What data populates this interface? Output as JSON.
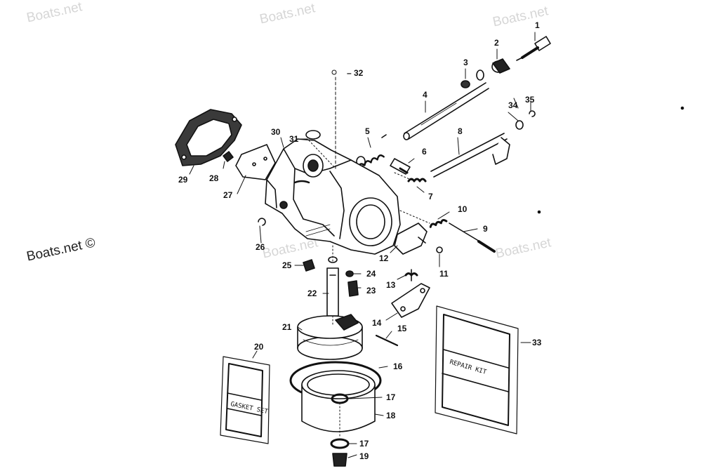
{
  "watermark": {
    "text": "Boats.net",
    "dark_text": "Boats.net ©"
  },
  "kits": {
    "gasket_set": "GASKET SET",
    "repair_kit": "REPAIR KIT"
  },
  "callouts": [
    "1",
    "2",
    "3",
    "4",
    "5",
    "6",
    "7",
    "8",
    "9",
    "10",
    "11",
    "12",
    "13",
    "14",
    "15",
    "16",
    "17",
    "17",
    "18",
    "19",
    "20",
    "21",
    "22",
    "23",
    "24",
    "25",
    "26",
    "27",
    "28",
    "29",
    "30",
    "31",
    "32",
    "33",
    "34",
    "35"
  ],
  "colors": {
    "ink": "#111111",
    "watermark": "#d6d6d6",
    "background": "#ffffff"
  }
}
